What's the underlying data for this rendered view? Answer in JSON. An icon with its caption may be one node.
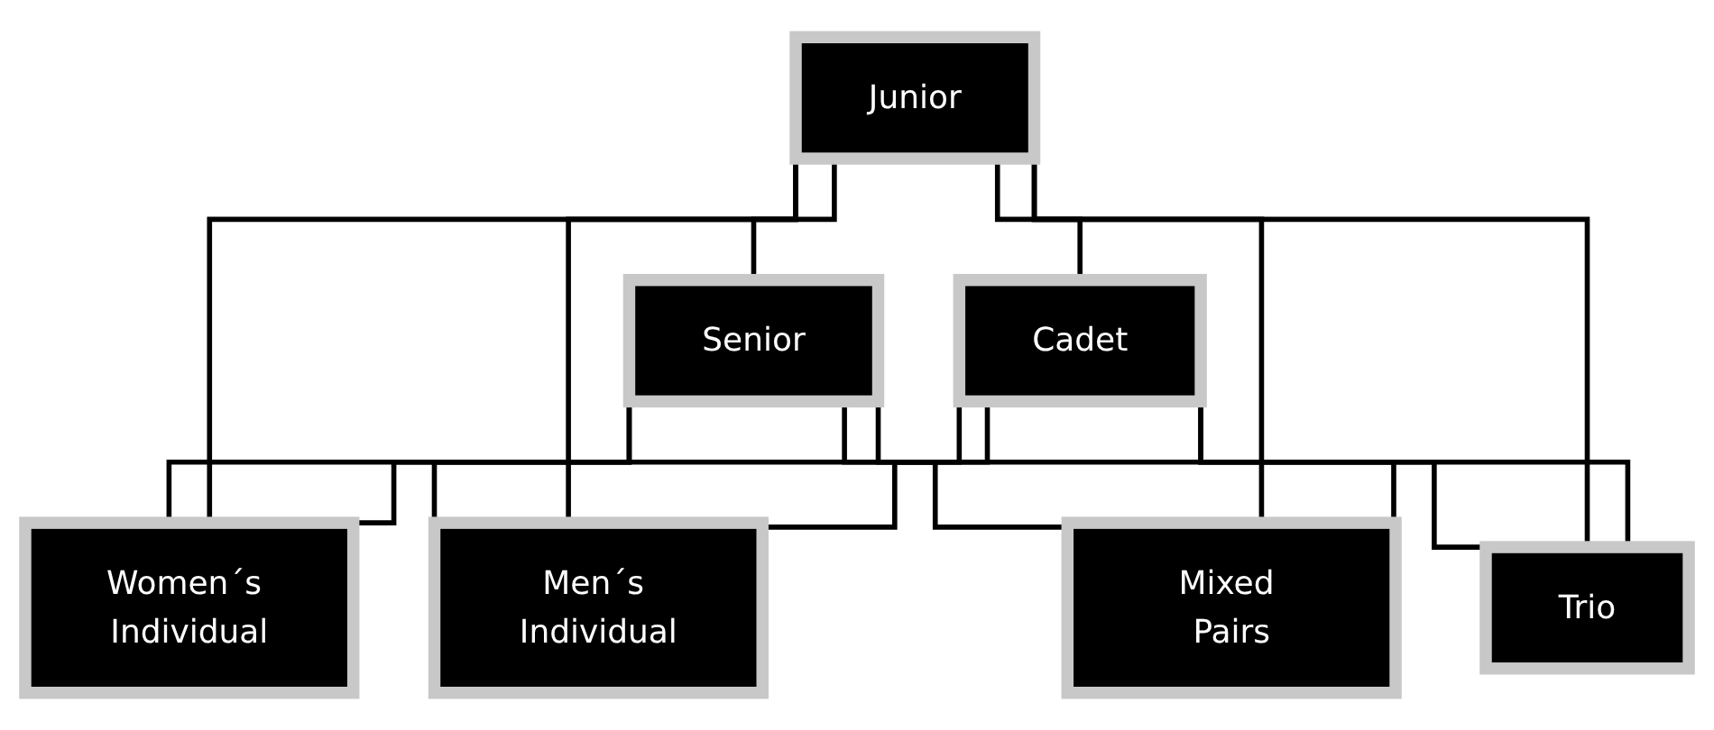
{
  "diagram": {
    "nodes": [
      {
        "text": [
          "Senior"
        ]
      },
      {
        "text": [
          "Junior"
        ]
      },
      {
        "text": [
          "Cadet"
        ]
      },
      {
        "text": [
          "Women´s Individual"
        ]
      },
      {
        "text": [
          "Men´s Individual"
        ]
      },
      {
        "text": [
          "Mixed Pairs"
        ]
      },
      {
        "text": [
          "Trio"
        ]
      }
    ],
    "edges": [
      {
        "from": 1,
        "to": 0,
        "arrow": "none"
      },
      {
        "from": 1,
        "to": 2,
        "arrow": "none"
      },
      {
        "from": 0,
        "to": 3,
        "arrow": "none"
      },
      {
        "from": 0,
        "to": 4,
        "arrow": "none"
      },
      {
        "from": 0,
        "to": 5,
        "arrow": "none"
      },
      {
        "from": 0,
        "to": 6,
        "arrow": "none"
      },
      {
        "from": 1,
        "to": 3,
        "arrow": "none"
      },
      {
        "from": 1,
        "to": 4,
        "arrow": "none"
      },
      {
        "from": 1,
        "to": 5,
        "arrow": "none"
      },
      {
        "from": 1,
        "to": 6,
        "arrow": "none"
      },
      {
        "from": 2,
        "to": 3,
        "arrow": "none"
      },
      {
        "from": 2,
        "to": 4,
        "arrow": "none"
      },
      {
        "from": 2,
        "to": 5,
        "arrow": "none"
      },
      {
        "from": 2,
        "to": 6,
        "arrow": "none"
      }
    ]
  }
}
